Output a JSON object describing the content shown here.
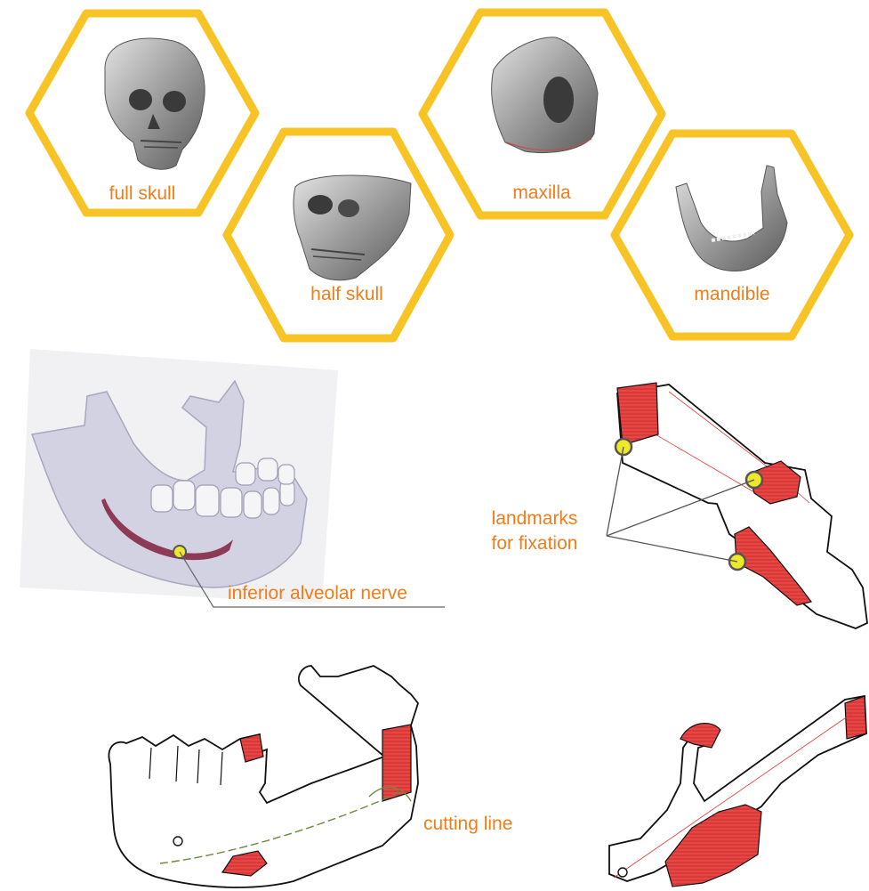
{
  "colors": {
    "hexagon": "#F7C325",
    "label": "#EF7D1A",
    "highlight": "#E23838",
    "landmark": "#EEE82A",
    "nerve": "#8C3A55",
    "bone": "#9C9C9C",
    "tissue": "#D3D2E3"
  },
  "hexagons": [
    {
      "label": "full skull",
      "icon": "skull-icon"
    },
    {
      "label": "half skull",
      "icon": "half-skull-icon"
    },
    {
      "label": "maxilla",
      "icon": "maxilla-icon"
    },
    {
      "label": "mandible",
      "icon": "mandible-icon"
    }
  ],
  "nerve_label": "inferior alveolar nerve",
  "landmarks_label": [
    "landmarks",
    "for fixation"
  ],
  "cutting_label": "cutting line"
}
